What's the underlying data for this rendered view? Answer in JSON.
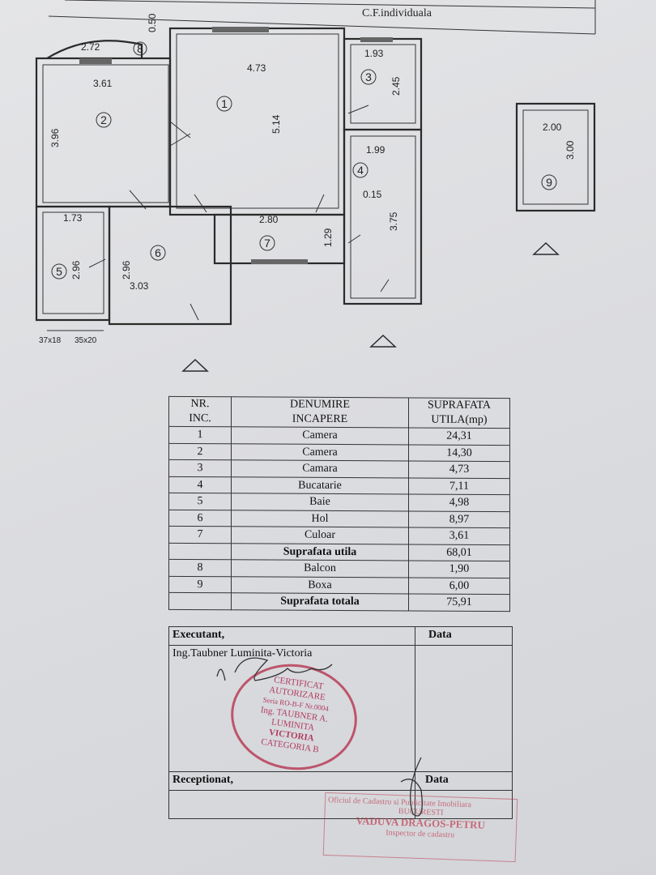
{
  "header": {
    "cf": "C.F.individuala"
  },
  "plan": {
    "dims": [
      "2.72",
      "0.50",
      "3.61",
      "4.73",
      "1.93",
      "2.45",
      "3.96",
      "5.14",
      "1.99",
      "0.15",
      "3.75",
      "1.73",
      "2.80",
      "1.29",
      "2.96",
      "2.96",
      "3.03",
      "37x18",
      "35x20",
      "2.00",
      "3.00"
    ],
    "rooms": [
      "1",
      "2",
      "3",
      "4",
      "5",
      "6",
      "7",
      "8",
      "9"
    ]
  },
  "table": {
    "headers": {
      "nr": "NR.",
      "inc": "INC.",
      "den": "DENUMIRE",
      "incap": "INCAPERE",
      "supr": "SUPRAFATA",
      "util": "UTILA(mp)"
    },
    "rows": [
      {
        "nr": "1",
        "name": "Camera",
        "area": "24,31"
      },
      {
        "nr": "2",
        "name": "Camera",
        "area": "14,30"
      },
      {
        "nr": "3",
        "name": "Camara",
        "area": "4,73"
      },
      {
        "nr": "4",
        "name": "Bucatarie",
        "area": "7,11"
      },
      {
        "nr": "5",
        "name": "Baie",
        "area": "4,98"
      },
      {
        "nr": "6",
        "name": "Hol",
        "area": "8,97"
      },
      {
        "nr": "7",
        "name": "Culoar",
        "area": "3,61"
      }
    ],
    "subtotal": {
      "label": "Suprafata utila",
      "area": "68,01"
    },
    "rows2": [
      {
        "nr": "8",
        "name": "Balcon",
        "area": "1,90"
      },
      {
        "nr": "9",
        "name": "Boxa",
        "area": "6,00"
      }
    ],
    "total": {
      "label": "Suprafata totala",
      "area": "75,91"
    }
  },
  "signatures": {
    "executant": "Executant,",
    "data1": "Data",
    "engineer": "Ing.Taubner Luminita-Victoria",
    "receptionat": "Receptionat,",
    "data2": "Data",
    "stamp": [
      "CERTIFICAT",
      "AUTORIZARE",
      "Seria RO-B-F Nr.0004",
      "Ing. TAUBNER A.",
      "LUMINITA",
      "VICTORIA",
      "CATEGORIA B"
    ],
    "office_stamp": [
      "Oficiul de Cadastru si Publicitate Imobiliara",
      "BUCURESTI",
      "VADUVA DRAGOS-PETRU",
      "Inspector de cadastru"
    ]
  }
}
